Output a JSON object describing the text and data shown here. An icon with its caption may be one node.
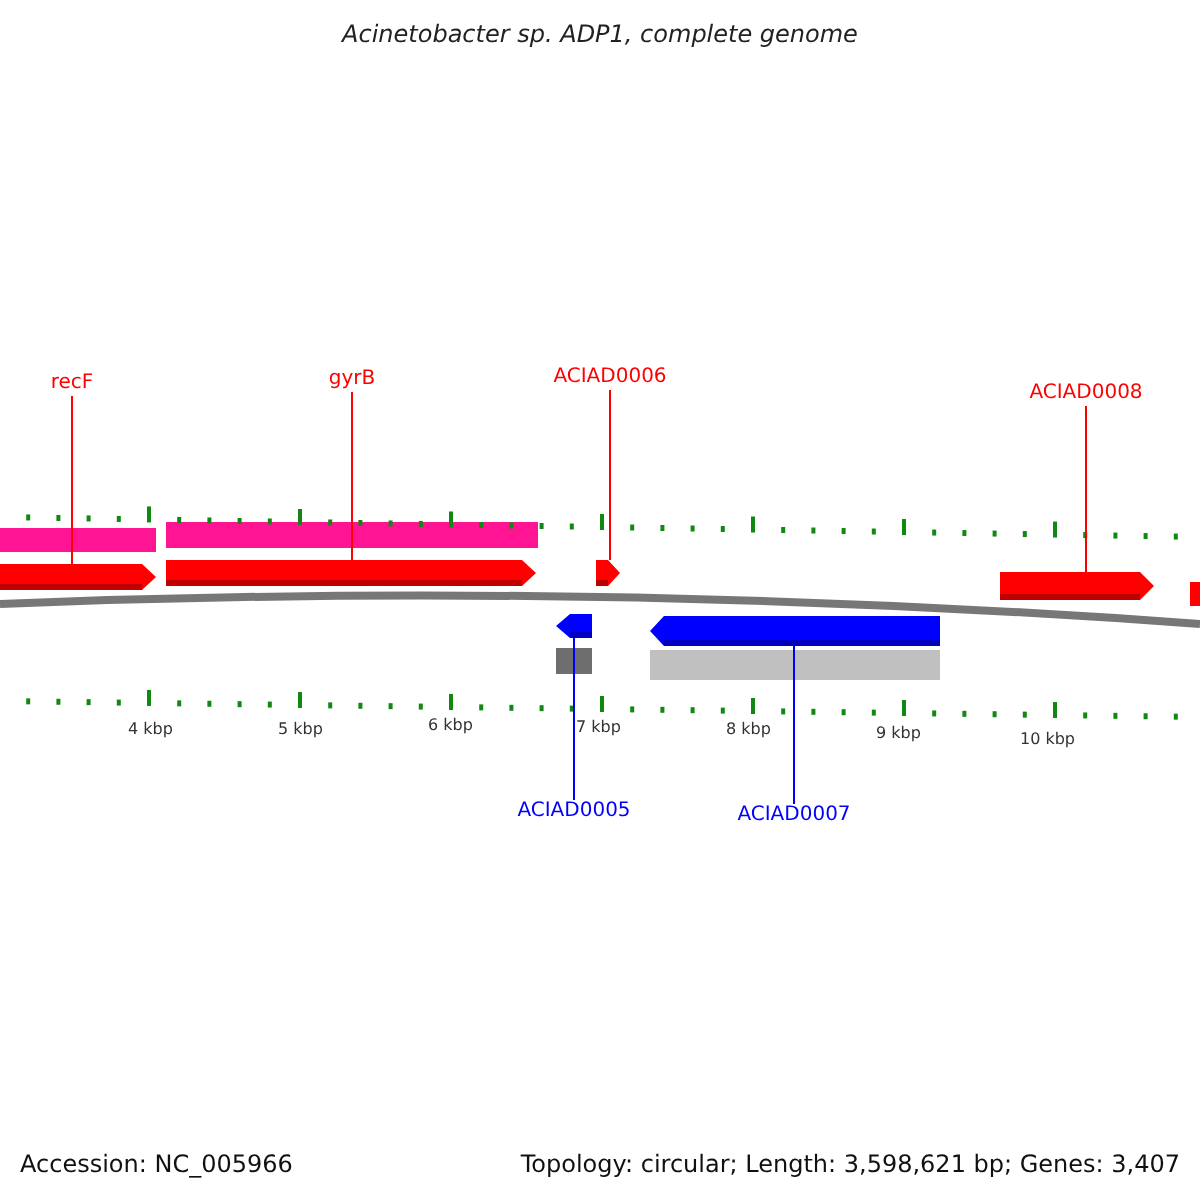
{
  "diagram": {
    "title": "Acinetobacter sp. ADP1, complete genome",
    "nodes": [
      {
        "text": [
          "recF"
        ]
      },
      {
        "text": [
          "gyrB"
        ]
      },
      {
        "text": [
          "ACIAD0006"
        ]
      },
      {
        "text": [
          "ACIAD0008"
        ]
      },
      {
        "text": [],
        "shape": "arrow"
      },
      {
        "text": [],
        "shape": "arrow"
      },
      {
        "text": [],
        "shape": "arrow"
      },
      {
        "text": [],
        "shape": "arrow"
      },
      {
        "text": [],
        "shape": "arrow"
      },
      {
        "text": [],
        "shape": "arrow"
      },
      {
        "text": [
          "ACIAD0005"
        ]
      },
      {
        "text": [
          "ACIAD0007"
        ]
      }
    ],
    "edges": [
      {
        "from": 0,
        "to": 4,
        "arrow": "none"
      },
      {
        "from": 1,
        "to": 5,
        "arrow": "none"
      },
      {
        "from": 2,
        "to": 6,
        "arrow": "none"
      },
      {
        "from": 3,
        "to": 7,
        "arrow": "none"
      },
      {
        "from": 10,
        "to": 8,
        "arrow": "none",
        "color": "#0000ff"
      },
      {
        "from": 11,
        "to": 9,
        "arrow": "none",
        "color": "#0000ff"
      }
    ],
    "labels": [
      "4 kbp",
      "5 kbp",
      "6 kbp",
      "7 kbp",
      "8 kbp",
      "9 kbp",
      "10 kbp",
      "Accession: NC_005966",
      "Topology: circular; Length: 3,598,621 bp; Genes: 3,407"
    ]
  }
}
